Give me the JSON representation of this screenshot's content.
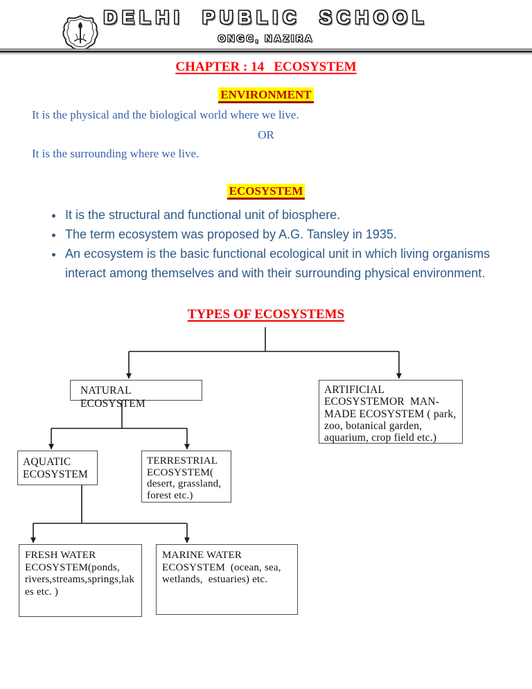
{
  "header": {
    "school_name": "DELHI PUBLIC SCHOOL",
    "school_location": "ONGC, NAZIRA",
    "logo": "dps-crest-icon"
  },
  "titles": {
    "chapter": "CHAPTER : 14   ECOSYSTEM",
    "environment": "ENVIRONMENT",
    "ecosystem": "ECOSYSTEM",
    "types_of_ecosystems": "TYPES OF ECOSYSTEMS"
  },
  "environment_section": {
    "line1": "It is the physical and the biological world where we live.",
    "or": "OR",
    "line2": "It is the surrounding where we live."
  },
  "ecosystem_section": {
    "bullets": [
      "It is the structural and functional unit of biosphere.",
      "The term ecosystem was proposed by A.G. Tansley in 1935.",
      "An ecosystem is the basic functional ecological unit in which living organisms interact among themselves and with their surrounding physical environment."
    ]
  },
  "diagram": {
    "boxes": {
      "natural": [
        "NATURAL ECOSYSTEM"
      ],
      "artificial": [
        "ARTIFICIAL",
        "ECOSYSTEMOR  MAN-",
        "MADE ECOSYSTEM ( park,",
        "zoo, botanical garden,",
        "aquarium, crop field etc.)"
      ],
      "aquatic": [
        "AQUATIC",
        "ECOSYSTEM"
      ],
      "terrestrial": [
        "TERRESTRIAL",
        "ECOSYSTEM(",
        "desert, grassland,",
        "forest etc.)"
      ],
      "fresh_water": [
        "FRESH WATER",
        "ECOSYSTEM(ponds,",
        "rivers,streams,springs,lak",
        "es etc. )"
      ],
      "marine_water": [
        "MARINE WATER",
        "ECOSYSTEM  (ocean, sea,",
        "wetlands,  estuaries) etc."
      ]
    }
  },
  "colors": {
    "title_red": "#ff0000",
    "heading_red": "#c00000",
    "highlight_yellow": "#ffff00",
    "paragraph_blue": "#3a62ad",
    "bullet_blue": "#2d5a88",
    "diagram_line": "#1a1a1a"
  }
}
